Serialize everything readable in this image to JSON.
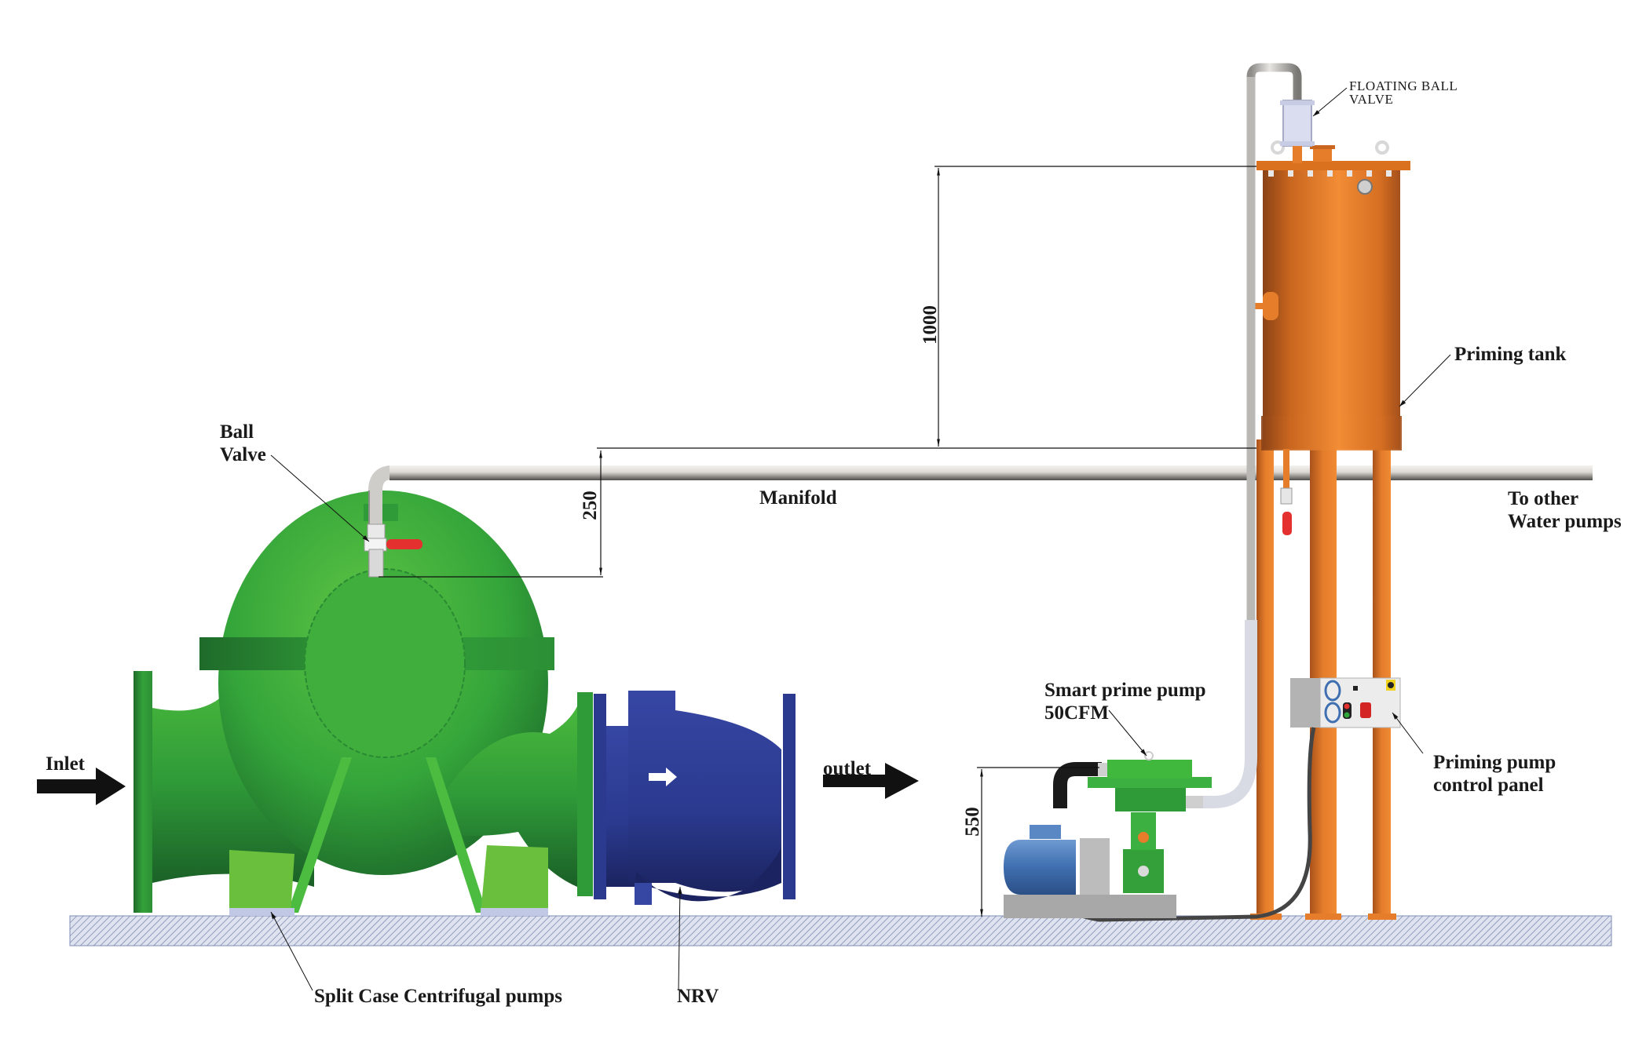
{
  "diagram": {
    "type": "priming system layout",
    "labels": {
      "floating_ball_valve": [
        "FLOATING BALL",
        "VALVE"
      ],
      "priming_tank": "Priming tank",
      "ball_valve": [
        "Ball",
        "Valve"
      ],
      "manifold": "Manifold",
      "to_other": [
        "To other",
        "Water pumps"
      ],
      "smart_prime_pump": [
        "Smart prime pump",
        "50CFM"
      ],
      "control_panel": [
        "Priming pump",
        "control panel"
      ],
      "inlet": "Inlet",
      "outlet": "outlet",
      "split_case": "Split Case Centrifugal pumps",
      "nrv": "NRV"
    },
    "dimensions": {
      "tank_above_manifold": "1000",
      "manifold_above_pump": "250",
      "prime_pump_height": "550"
    },
    "colors": {
      "pump_green": "#3aa83a",
      "pump_dark_green": "#1f6b2a",
      "nrv_blue": "#2b3a8f",
      "tank_orange": "#e07a26",
      "tank_dark": "#a4501c",
      "pipe_gray": "#c8c6c2",
      "motor_blue": "#3f6fb0",
      "ground_hatch": "#9aa6c8",
      "valve_red": "#e53030"
    }
  }
}
